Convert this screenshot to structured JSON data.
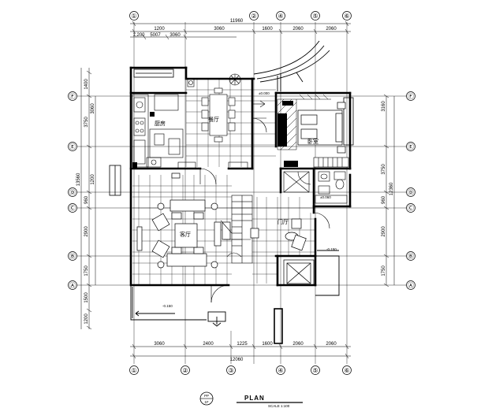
{
  "axes": {
    "top": [
      "①",
      "②",
      "④",
      "⑤",
      "⑥"
    ],
    "bottom": [
      "①",
      "②",
      "③",
      "④",
      "⑤",
      "⑥"
    ],
    "left": [
      "Ⓕ",
      "Ⓔ",
      "Ⓓ",
      "Ⓒ",
      "Ⓑ",
      "Ⓐ"
    ],
    "right": [
      "Ⓕ",
      "Ⓔ",
      "Ⓓ",
      "Ⓒ",
      "Ⓑ",
      "Ⓐ"
    ]
  },
  "dims_top": {
    "overall": "11960",
    "row2": [
      "1200",
      "3060",
      "1600",
      "2060",
      "2060"
    ],
    "row3": [
      "1,200",
      "5007",
      "3060"
    ]
  },
  "dims_bottom": {
    "row1": [
      "3060",
      "2400",
      "1225",
      "1600",
      "2060",
      "2060"
    ],
    "overall": "12060"
  },
  "dims_left": [
    "1400",
    "3060",
    "3750",
    "1200",
    "960",
    "2900",
    "1750",
    "1500",
    "1200"
  ],
  "dims_left_total": "13560",
  "dims_right": [
    "3160",
    "3750",
    "960",
    "2900",
    "1750"
  ],
  "dims_right_total": "12360",
  "rooms": {
    "dining": "餐厅",
    "kitchen": "厨房",
    "living": "客厅",
    "bedroom": "卧室",
    "hall": "门厅"
  },
  "levels": {
    "l1": "±0.000",
    "l2": "-0.150",
    "l3": "-0.150",
    "l4": "±0.060"
  },
  "title": {
    "main": "PLAN",
    "scale": "SCALE 1:100",
    "badge_top": "PP",
    "badge_bottom": "1F"
  }
}
